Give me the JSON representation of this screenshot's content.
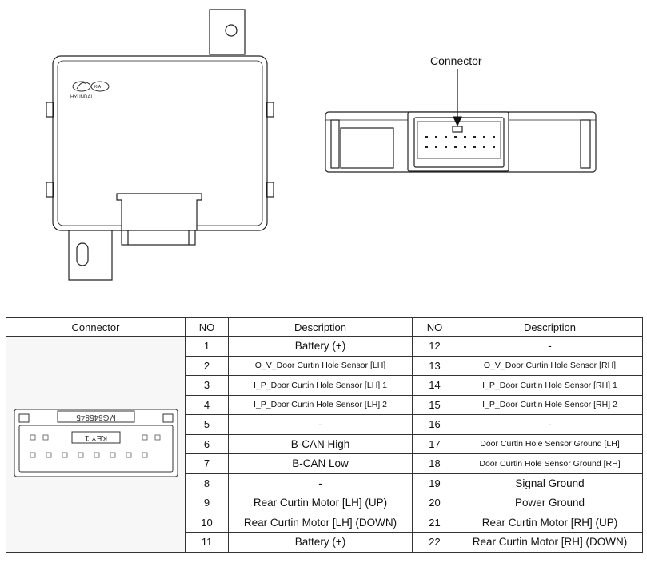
{
  "callout": {
    "connector_label": "Connector"
  },
  "logos": {
    "brand_1": "HYUNDAI",
    "brand_2": "KIA"
  },
  "connector_face": {
    "part_number": "MG645845",
    "key_text": "KEY 1"
  },
  "table": {
    "headers": [
      "Connector",
      "NO",
      "Description",
      "NO",
      "Description"
    ],
    "rows": [
      {
        "no_l": "1",
        "desc_l": "Battery (+)",
        "no_r": "12",
        "desc_r": "-"
      },
      {
        "no_l": "2",
        "desc_l": "O_V_Door Curtin Hole Sensor [LH]",
        "no_r": "13",
        "desc_r": "O_V_Door Curtin Hole Sensor [RH]"
      },
      {
        "no_l": "3",
        "desc_l": "I_P_Door Curtin Hole Sensor [LH] 1",
        "no_r": "14",
        "desc_r": "I_P_Door Curtin Hole Sensor [RH] 1"
      },
      {
        "no_l": "4",
        "desc_l": "I_P_Door Curtin Hole Sensor [LH] 2",
        "no_r": "15",
        "desc_r": "I_P_Door Curtin Hole Sensor [RH] 2"
      },
      {
        "no_l": "5",
        "desc_l": "-",
        "no_r": "16",
        "desc_r": "-"
      },
      {
        "no_l": "6",
        "desc_l": "B-CAN High",
        "no_r": "17",
        "desc_r": "Door Curtin Hole Sensor Ground [LH]"
      },
      {
        "no_l": "7",
        "desc_l": "B-CAN Low",
        "no_r": "18",
        "desc_r": "Door Curtin Hole Sensor Ground [RH]"
      },
      {
        "no_l": "8",
        "desc_l": "-",
        "no_r": "19",
        "desc_r": "Signal Ground"
      },
      {
        "no_l": "9",
        "desc_l": "Rear Curtin Motor [LH] (UP)",
        "no_r": "20",
        "desc_r": "Power Ground"
      },
      {
        "no_l": "10",
        "desc_l": "Rear Curtin Motor [LH] (DOWN)",
        "no_r": "21",
        "desc_r": "Rear Curtin Motor [RH] (UP)"
      },
      {
        "no_l": "11",
        "desc_l": "Battery (+)",
        "no_r": "22",
        "desc_r": "Rear Curtin Motor [RH] (DOWN)"
      }
    ]
  }
}
